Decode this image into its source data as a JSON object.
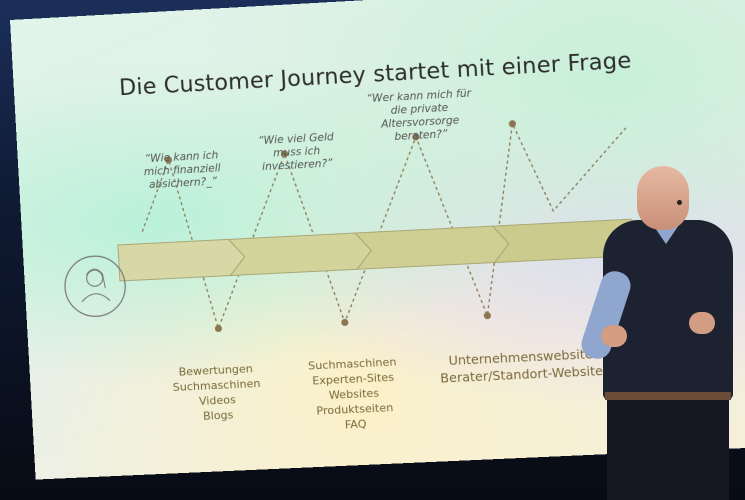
{
  "slide": {
    "title": "Die Customer Journey startet mit einer Frage",
    "questions": [
      "“Wie kann ich mich finanziell absichern?_”",
      "“Wie viel Geld muss ich investieren?”",
      "“Wer kann mich für die private Altersvorsorge beraten?”"
    ],
    "touchpoints": {
      "group1": [
        "Bewertungen",
        "Suchmaschinen",
        "Videos",
        "Blogs"
      ],
      "group2": [
        "Suchmaschinen",
        "Experten-Sites",
        "Websites",
        "Produktseiten",
        "FAQ"
      ],
      "group3": [
        "Unternehmenswebsite",
        "Berater/Standort-Website"
      ]
    }
  },
  "colors": {
    "arrow_fill": "#d8d8a6",
    "arrow_stroke": "#a9a878",
    "line": "#8a7a55",
    "dot": "#8b7650"
  }
}
